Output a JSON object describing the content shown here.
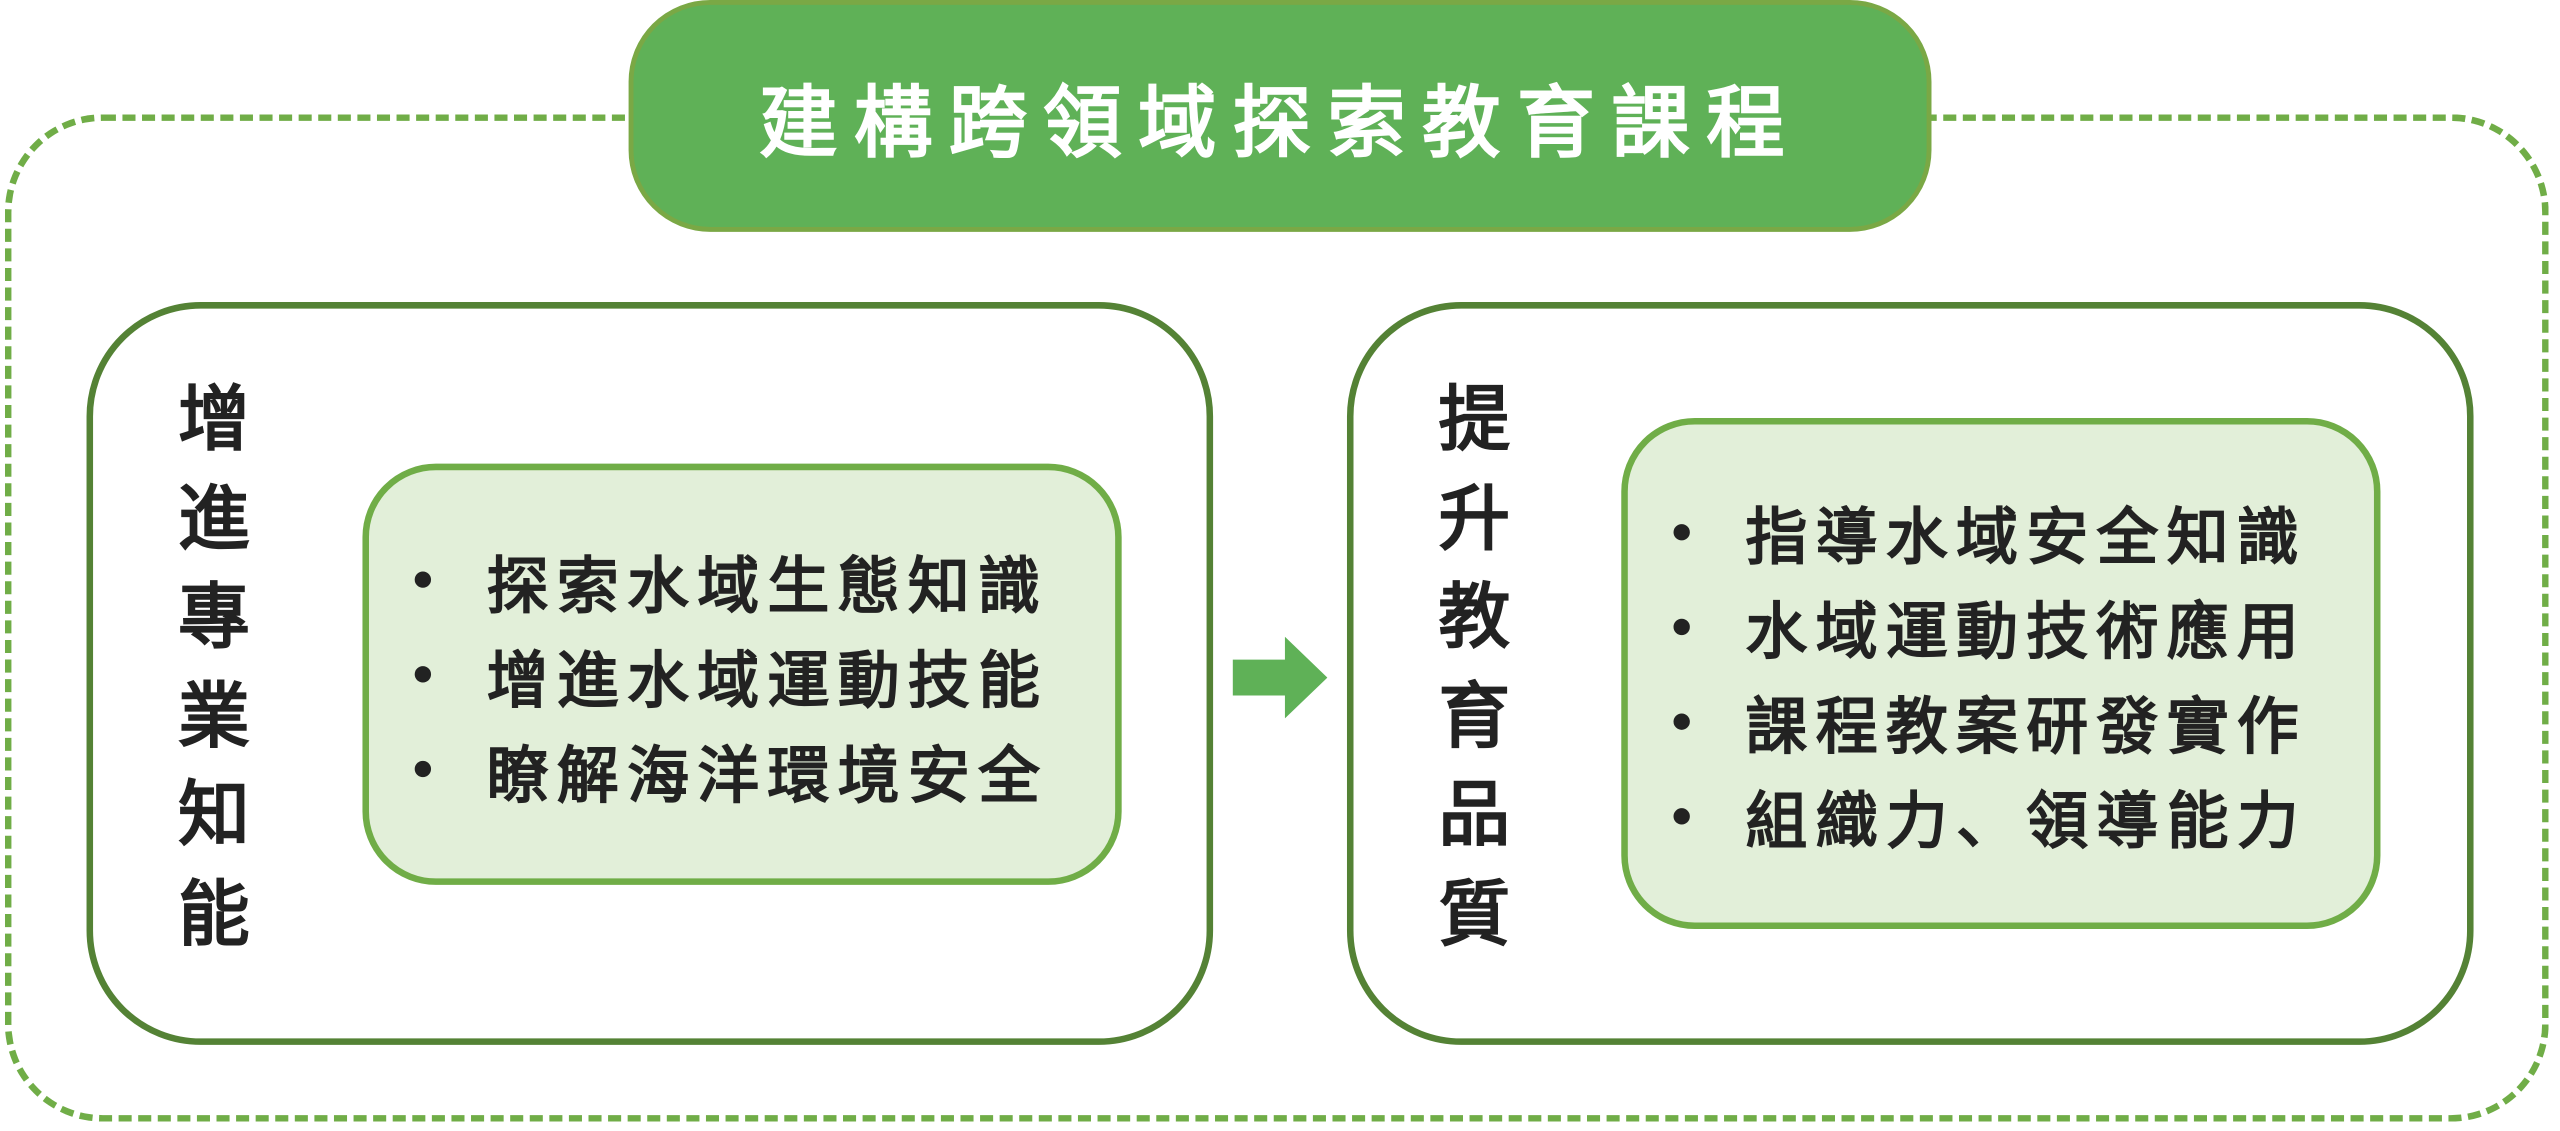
{
  "title": "建構跨領域探索教育課程",
  "left_panel": {
    "heading_chars": [
      "增",
      "進",
      "專",
      "業",
      "知",
      "能"
    ],
    "items": [
      "探索水域生態知識",
      "增進水域運動技能",
      "瞭解海洋環境安全"
    ]
  },
  "right_panel": {
    "heading_chars": [
      "提",
      "升",
      "教",
      "育",
      "品",
      "質"
    ],
    "items": [
      "指導水域安全知識",
      "水域運動技術應用",
      "課程教案研發實作",
      "組織力、領導能力"
    ]
  },
  "colors": {
    "title_fill": "#5fb157",
    "panel_border": "#548235",
    "inner_fill": "#e2efd9",
    "inner_border": "#70ad47",
    "arrow": "#5fb157"
  }
}
